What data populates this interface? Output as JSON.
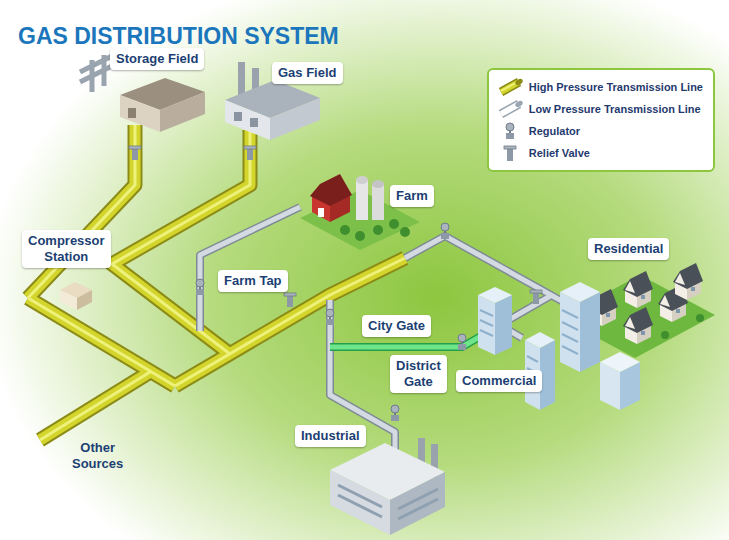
{
  "diagram": {
    "title": "GAS DISTRIBUTION SYSTEM",
    "nodes": [
      {
        "text": [
          "Storage Field"
        ]
      },
      {
        "text": [
          "Gas Field"
        ]
      },
      {
        "text": [
          "Farm"
        ]
      },
      {
        "text": [
          "Compressor Station"
        ]
      },
      {
        "text": [
          "Residential"
        ]
      },
      {
        "text": [
          "Farm Tap"
        ]
      },
      {
        "text": [
          "City Gate"
        ]
      },
      {
        "text": [
          "District Gate"
        ]
      },
      {
        "text": [
          "Commercial"
        ]
      },
      {
        "text": [
          "Industrial"
        ]
      }
    ],
    "labels": [
      "Other Sources"
    ],
    "legend": [
      {
        "text": "High Pressure Transmission Line"
      },
      {
        "text": "Low Pressure Transmission Line"
      },
      {
        "text": "Regulator"
      },
      {
        "text": "Relief Valve"
      }
    ]
  }
}
